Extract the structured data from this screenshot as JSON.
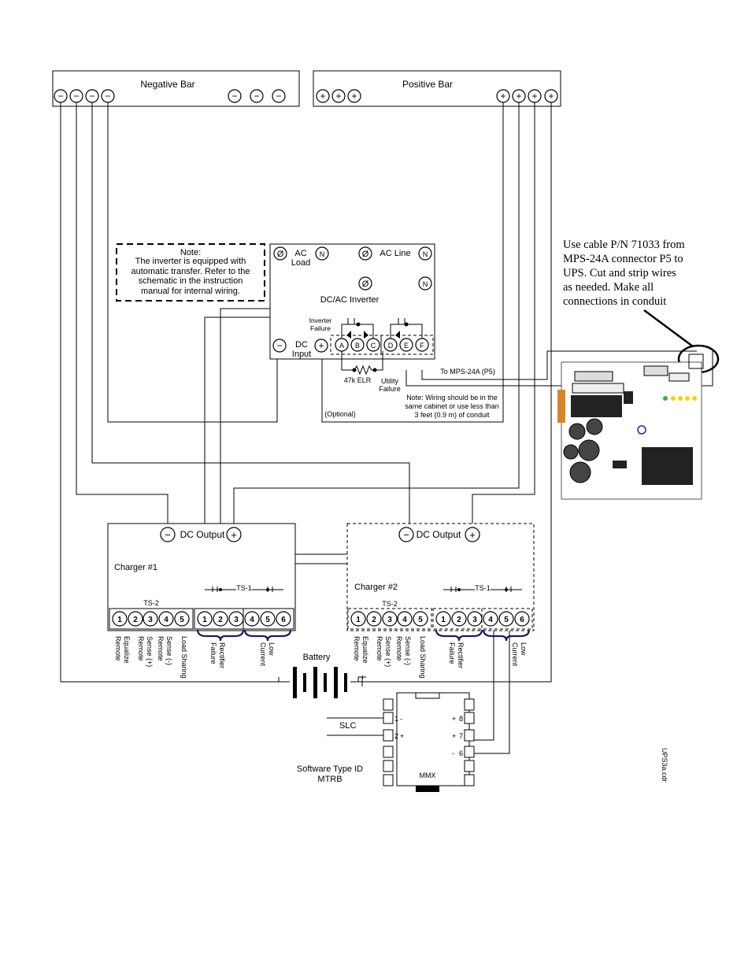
{
  "negative_bar": {
    "title": "Negative Bar",
    "symbol": "−"
  },
  "positive_bar": {
    "title": "Positive Bar",
    "symbol": "+"
  },
  "note_box": {
    "heading": "Note:",
    "lines": [
      "The inverter is equipped with",
      "automatic transfer.  Refer to the",
      "schematic in the instruction",
      "manual for internal wiring."
    ]
  },
  "inverter": {
    "title": "DC/AC Inverter",
    "ac_load": [
      "AC",
      "Load"
    ],
    "ac_line": "AC Line",
    "dc_input": [
      "DC",
      "Input"
    ],
    "phase_symbol": "Ø",
    "neutral_symbol": "N",
    "inverter_failure": [
      "Inverter",
      "Failure"
    ],
    "utility_failure": [
      "Utility",
      "Failure"
    ],
    "elr": "47k ELR",
    "terminals": [
      "A",
      "B",
      "C",
      "D",
      "E",
      "F"
    ]
  },
  "to_mps": "To MPS-24A (P5)",
  "wiring_note": [
    "Note: Wiring should be in the",
    "same cabinet or use less than",
    "3 feet (0.9 m) of conduit"
  ],
  "optional": "(Optional)",
  "cable_note": [
    "Use cable P/N 71033 from",
    "MPS-24A connector P5 to",
    "UPS.  Cut and strip wires",
    "as needed.  Make all",
    "connections  in conduit"
  ],
  "charger1": {
    "title": "Charger #1",
    "dc_output": "DC Output",
    "ts1": "TS-1",
    "ts2": "TS-2",
    "ts2_terms": [
      "1",
      "2",
      "3",
      "4",
      "5"
    ],
    "ts1_terms": [
      "1",
      "2",
      "3",
      "4",
      "5",
      "6"
    ],
    "ts2_labels": [
      [
        "Remote",
        "Equalize"
      ],
      [
        "Remote",
        "Sense (+)"
      ],
      [
        "Remote",
        "Sense (-)"
      ],
      [
        "Load Sharing"
      ]
    ],
    "ts1_labels": [
      [
        "Rectifier",
        "Failure"
      ],
      [
        "Low",
        "Current"
      ]
    ]
  },
  "charger2": {
    "title": "Charger #2",
    "dc_output": "DC Output",
    "ts1": "TS-1",
    "ts2": "TS-2",
    "ts2_terms": [
      "1",
      "2",
      "3",
      "4",
      "5"
    ],
    "ts1_terms": [
      "1",
      "2",
      "3",
      "4",
      "5",
      "6"
    ],
    "ts2_labels": [
      [
        "Remote",
        "Equalize"
      ],
      [
        "Remote",
        "Sense (+)"
      ],
      [
        "Remote",
        "Sense (-)"
      ],
      [
        "Load Sharing"
      ]
    ],
    "ts1_labels": [
      [
        "Rectifier",
        "Failure"
      ],
      [
        "Low",
        "Current"
      ]
    ]
  },
  "battery": "Battery",
  "slc": "SLC",
  "software": [
    "Software Type ID",
    "MTRB"
  ],
  "mmx": {
    "label": "MMX",
    "left_pins": [
      "1",
      "2"
    ],
    "left_pol": [
      "-",
      "+"
    ],
    "right_pins": [
      "8",
      "7",
      "6"
    ],
    "right_pol": [
      "+",
      "+",
      "-"
    ]
  },
  "file_id": "UPS3a.cdr"
}
